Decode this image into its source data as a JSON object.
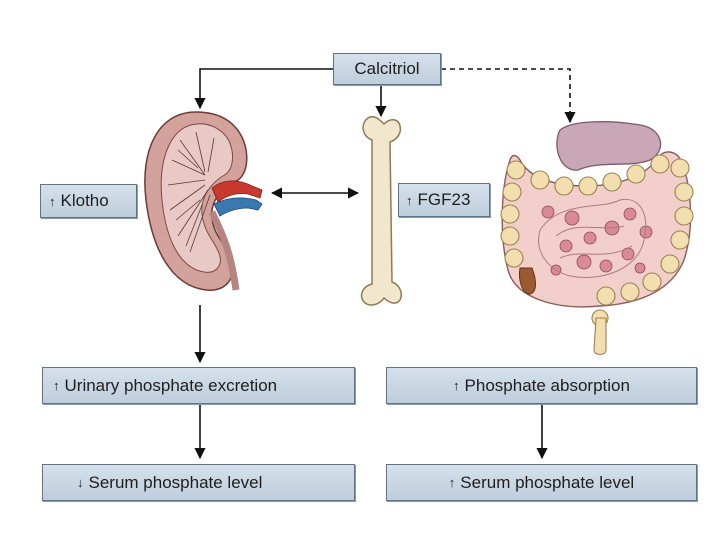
{
  "nodes": {
    "calcitriol": "Calcitriol",
    "klotho": "Klotho",
    "fgf23": "FGF23",
    "urinary_excretion": "Urinary phosphate excretion",
    "serum_left": "Serum phosphate level",
    "absorption": "Phosphate absorption",
    "serum_right": "Serum phosphate level"
  },
  "arrows": {
    "klotho": "↑",
    "fgf23": "↑",
    "urinary_excretion": "↑",
    "serum_left": "↓",
    "absorption": "↑",
    "serum_right": "↑"
  },
  "colors": {
    "box_fill": "#c9d6e2",
    "box_border": "#5f7486",
    "kidney": "#d4a29d",
    "bone": "#f1e7cc",
    "intestine": "#f3cfcb"
  }
}
